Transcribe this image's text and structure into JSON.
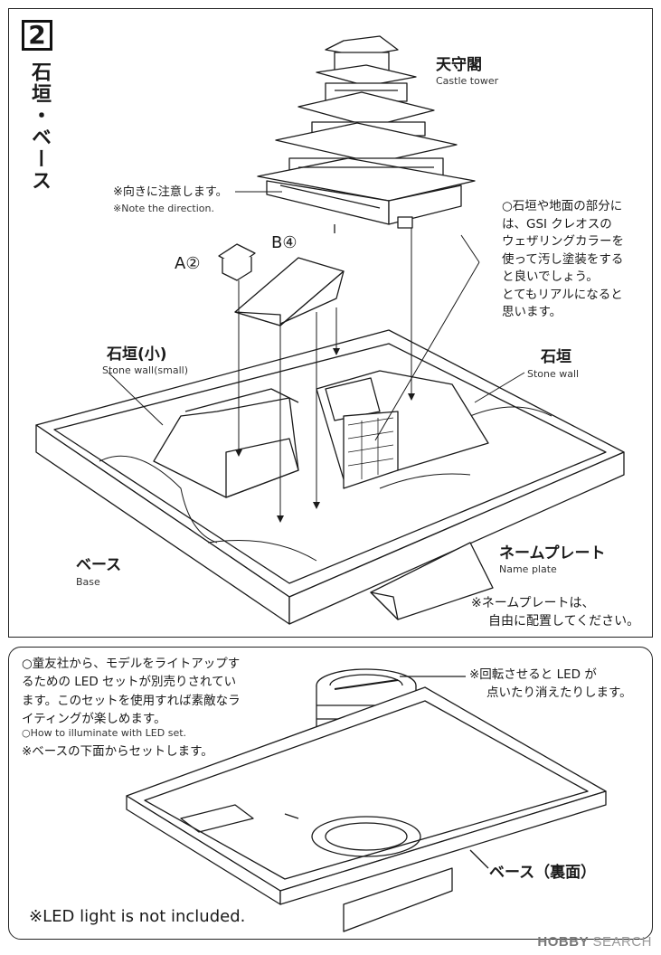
{
  "step": {
    "number": "2",
    "title": "石垣・ベース"
  },
  "labels": {
    "castle_tower_jp": "天守閣",
    "castle_tower_en": "Castle tower",
    "direction_jp": "※向きに注意します。",
    "direction_en": "※Note the direction.",
    "part_a": "A②",
    "part_b": "B④",
    "stone_wall_small_jp": "石垣(小)",
    "stone_wall_small_en": "Stone wall(small)",
    "stone_wall_jp": "石垣",
    "stone_wall_en": "Stone wall",
    "base_jp": "ベース",
    "base_en": "Base",
    "name_plate_jp": "ネームプレート",
    "name_plate_en": "Name plate",
    "name_plate_note_1": "※ネームプレートは、",
    "name_plate_note_2": "自由に配置してください。",
    "base_bottom_jp": "ベース（裏面）"
  },
  "weathering_note": [
    "○石垣や地面の部分に",
    "は、GSI クレオスの",
    "ウェザリングカラーを",
    "使って汚し塗装をする",
    "と良いでしょう。",
    "とてもリアルになると",
    "思います。"
  ],
  "led_note": [
    "○童友社から、モデルをライトアップす",
    "るための  LED  セットが別売りされてい",
    "ます。このセットを使用すれば素敵なラ",
    "イティングが楽しめます。"
  ],
  "led_note_en": "○How to illuminate with LED set.",
  "led_set_from_bottom": "※ベースの下面からセットします。",
  "led_rotate_note": [
    "※回転させると LED が",
    "点いたり消えたりします。"
  ],
  "led_not_included": "※LED light is not included.",
  "watermark": {
    "brand": "HOBBY",
    "suffix": "SEARCH"
  }
}
